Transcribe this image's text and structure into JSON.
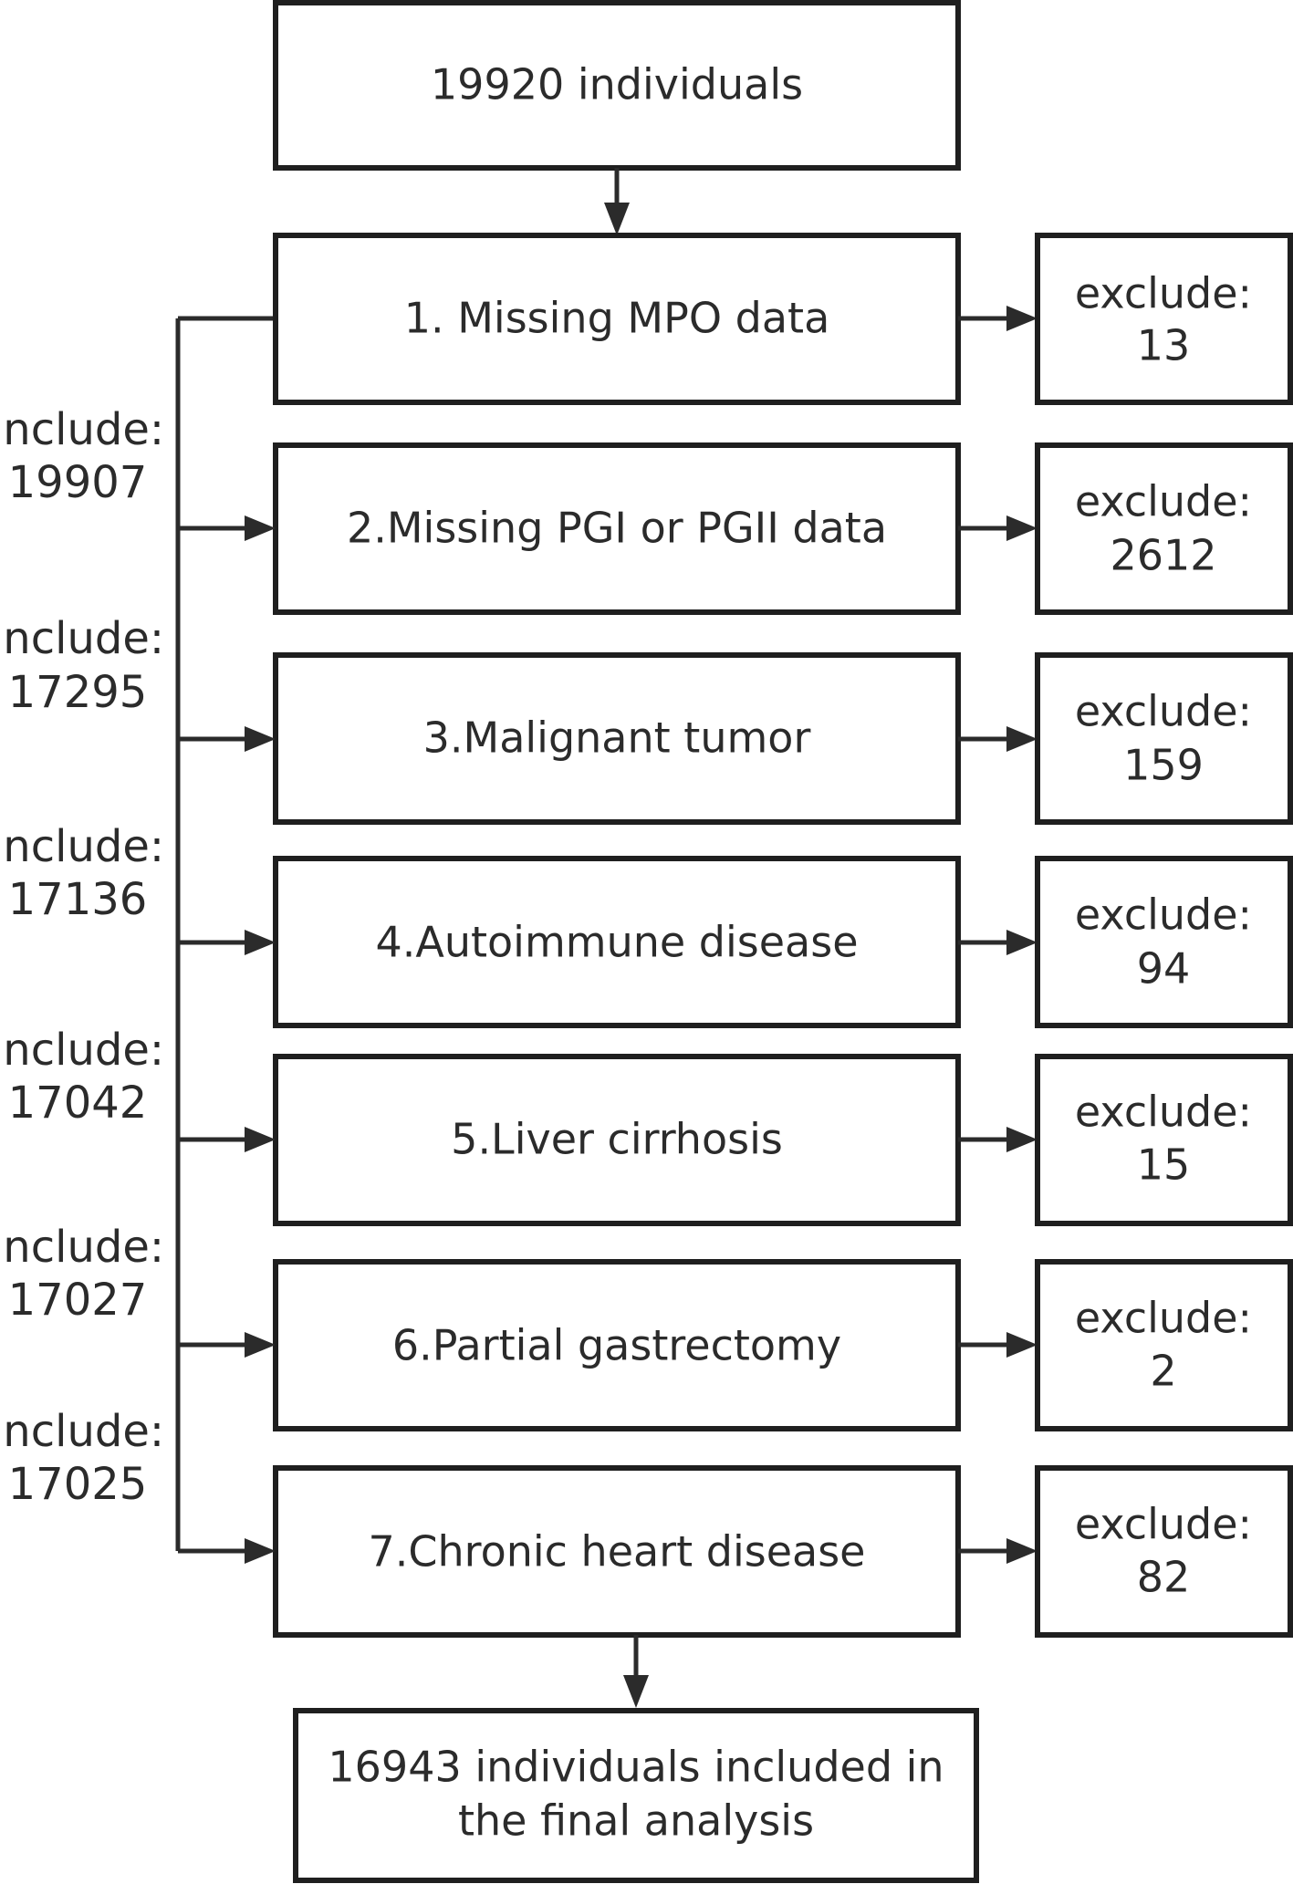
{
  "start": {
    "text": "19920 individuals"
  },
  "steps": [
    {
      "label": "1. Missing MPO data",
      "exclude_label": "exclude:",
      "exclude_count": "13"
    },
    {
      "label": "2.Missing PGI or PGII data",
      "exclude_label": "exclude:",
      "exclude_count": "2612"
    },
    {
      "label": "3.Malignant tumor",
      "exclude_label": "exclude:",
      "exclude_count": "159"
    },
    {
      "label": "4.Autoimmune disease",
      "exclude_label": "exclude:",
      "exclude_count": "94"
    },
    {
      "label": "5.Liver cirrhosis",
      "exclude_label": "exclude:",
      "exclude_count": "15"
    },
    {
      "label": "6.Partial gastrectomy",
      "exclude_label": "exclude:",
      "exclude_count": "2"
    },
    {
      "label": "7.Chronic heart disease",
      "exclude_label": "exclude:",
      "exclude_count": "82"
    }
  ],
  "includes": [
    {
      "label": "include:",
      "count": "19907"
    },
    {
      "label": "include:",
      "count": "17295"
    },
    {
      "label": "include:",
      "count": "17136"
    },
    {
      "label": "include:",
      "count": "17042"
    },
    {
      "label": "include:",
      "count": "17027"
    },
    {
      "label": "include:",
      "count": "17025"
    }
  ],
  "final": {
    "line1": "16943 individuals included in",
    "line2": "the final analysis"
  }
}
